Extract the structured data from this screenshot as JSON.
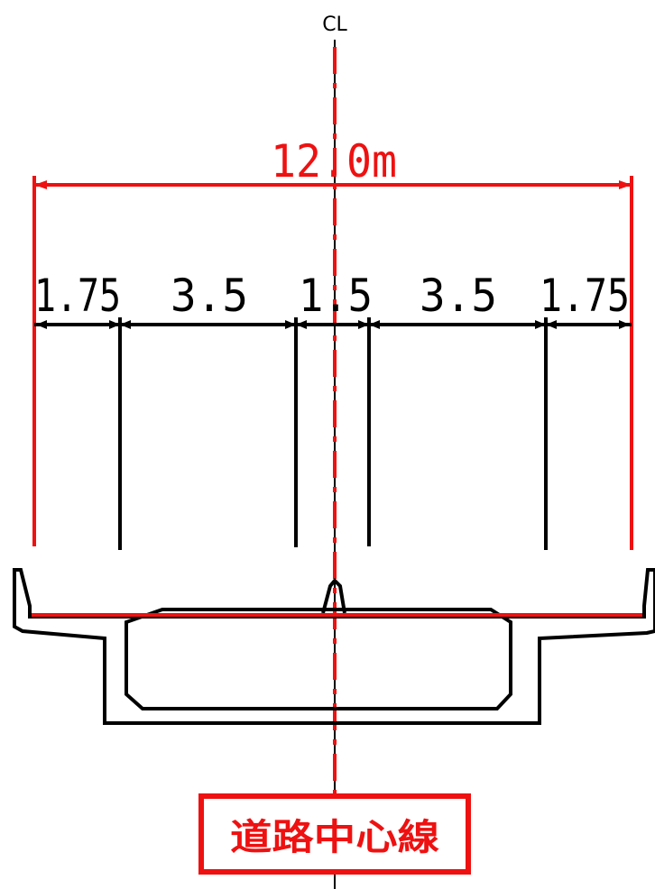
{
  "centerline": {
    "label": "CL"
  },
  "dimensions": {
    "total": "12.0m",
    "segments": [
      "1.75",
      "3.5",
      "1.5",
      "3.5",
      "1.75"
    ]
  },
  "annotation": {
    "label": "道路中心線"
  },
  "colors": {
    "red": "#ee1111",
    "black": "#000000"
  }
}
